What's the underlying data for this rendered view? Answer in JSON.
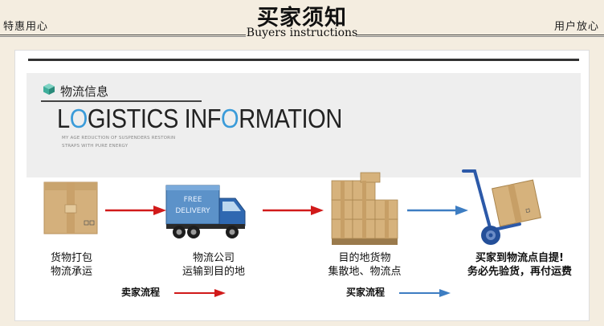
{
  "header": {
    "left_text": "特惠用心",
    "right_text": "用户放心",
    "title": "买家须知",
    "subtitle": "Buyers instructions"
  },
  "section": {
    "title": "物流信息",
    "logo_parts": [
      "L",
      "O",
      "GISTICS INF",
      "O",
      "RMATION"
    ],
    "tagline_1": "MY AGE REDUCTION OF SUSPENDERS RESTORIN",
    "tagline_2": "STRAPS WITH PURE ENERGY"
  },
  "truck": {
    "line1": "FREE",
    "line2": "DELIVERY"
  },
  "steps": [
    {
      "line1": "货物打包",
      "line2": "物流承运"
    },
    {
      "line1": "物流公司",
      "line2": "运输到目的地"
    },
    {
      "line1": "目的地货物",
      "line2": "集散地、物流点"
    },
    {
      "line1": "买家到物流点自提!",
      "line2": "务必先验货，再付运费"
    }
  ],
  "flows": {
    "seller": "卖家流程",
    "buyer": "买家流程"
  },
  "colors": {
    "seller_arrow": "#d11a1a",
    "buyer_arrow": "#3d7dc2",
    "logo_accent": "#3a9bd9"
  }
}
